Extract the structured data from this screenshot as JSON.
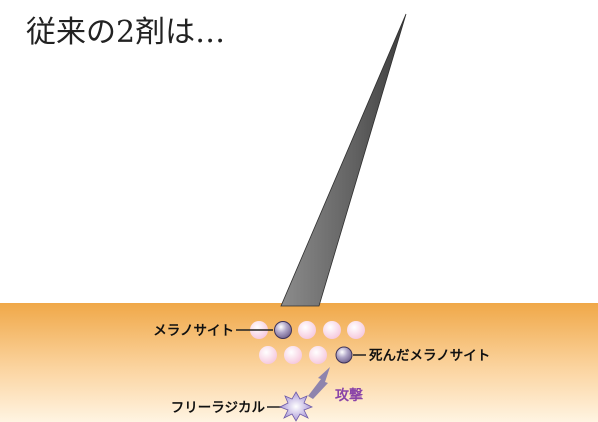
{
  "title": "従来の2剤は…",
  "labels": {
    "melanocyte": "メラノサイト",
    "dead_melanocyte": "死んだメラノサイト",
    "free_radical": "フリーラジカル",
    "attack": "攻撃"
  },
  "colors": {
    "skin_top": "#f0a848",
    "skin_bottom": "#fff4e2",
    "cell": "#f5c6dc",
    "melanocyte": "#6a5a86",
    "radical": "#9a84cf",
    "attack_text": "#8a44a8",
    "hair": "#616161"
  }
}
